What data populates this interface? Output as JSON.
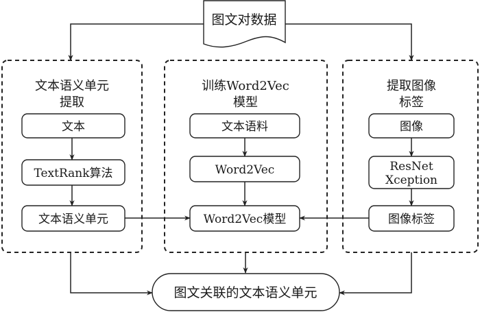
{
  "diagram": {
    "source": {
      "label": "图文对数据",
      "shape": "document"
    },
    "groups": [
      {
        "id": "text-unit-extraction",
        "title_line1": "文本语义单元",
        "title_line2": "提取",
        "nodes": [
          {
            "label": "文本"
          },
          {
            "label": "TextRank算法"
          },
          {
            "label": "文本语义单元"
          }
        ]
      },
      {
        "id": "word2vec-training",
        "title_line1": "训练Word2Vec",
        "title_line2": "模型",
        "nodes": [
          {
            "label": "文本语料"
          },
          {
            "label": "Word2Vec"
          },
          {
            "label": "Word2Vec模型"
          }
        ]
      },
      {
        "id": "image-tag-extraction",
        "title_line1": "提取图像",
        "title_line2": "标签",
        "nodes": [
          {
            "label": "图像"
          },
          {
            "label_line1": "ResNet",
            "label_line2": "Xception"
          },
          {
            "label": "图像标签"
          }
        ]
      }
    ],
    "result": {
      "label": "图文关联的文本语义单元",
      "shape": "terminator"
    },
    "edges": [
      {
        "from": "图文对数据",
        "to": "文本语义单元提取"
      },
      {
        "from": "图文对数据",
        "to": "提取图像标签"
      },
      {
        "from": "文本",
        "to": "TextRank算法"
      },
      {
        "from": "TextRank算法",
        "to": "文本语义单元"
      },
      {
        "from": "文本语料",
        "to": "Word2Vec"
      },
      {
        "from": "Word2Vec",
        "to": "Word2Vec模型"
      },
      {
        "from": "图像",
        "to": "ResNet Xception"
      },
      {
        "from": "ResNet Xception",
        "to": "图像标签"
      },
      {
        "from": "文本语义单元",
        "to": "Word2Vec模型"
      },
      {
        "from": "图像标签",
        "to": "Word2Vec模型"
      },
      {
        "from": "文本语义单元提取",
        "to": "图文关联的文本语义单元"
      },
      {
        "from": "训练Word2Vec模型",
        "to": "图文关联的文本语义单元"
      },
      {
        "from": "提取图像标签",
        "to": "图文关联的文本语义单元"
      }
    ]
  }
}
